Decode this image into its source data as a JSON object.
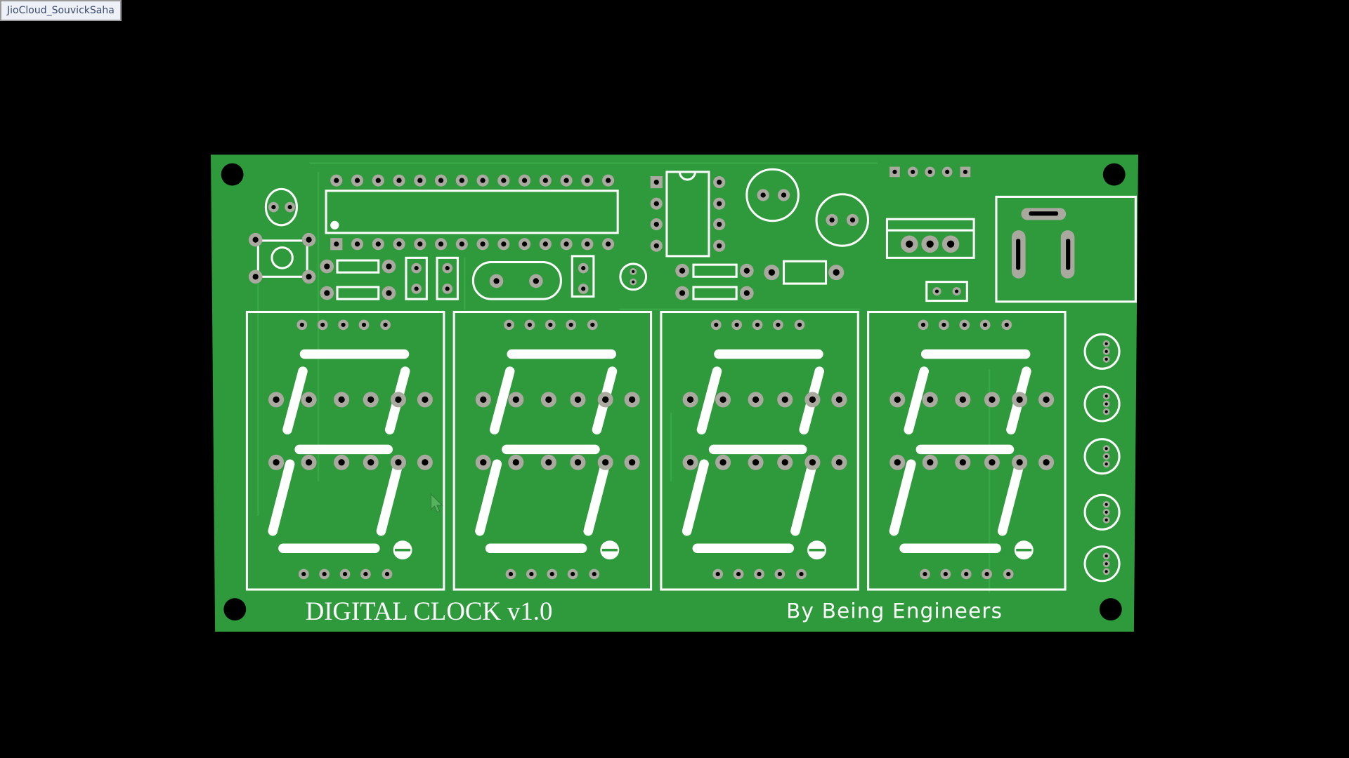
{
  "window_label": "JioCloud_SouvickSaha",
  "board": {
    "title": "DIGITAL CLOCK v1.0",
    "credit": "By Being Engineers",
    "colors": {
      "pcb": "#2f9a3c",
      "silkscreen": "#ffffff",
      "pad": "#a9a9a0",
      "hole": "#000000",
      "background": "#000000"
    },
    "display_count": 4
  }
}
